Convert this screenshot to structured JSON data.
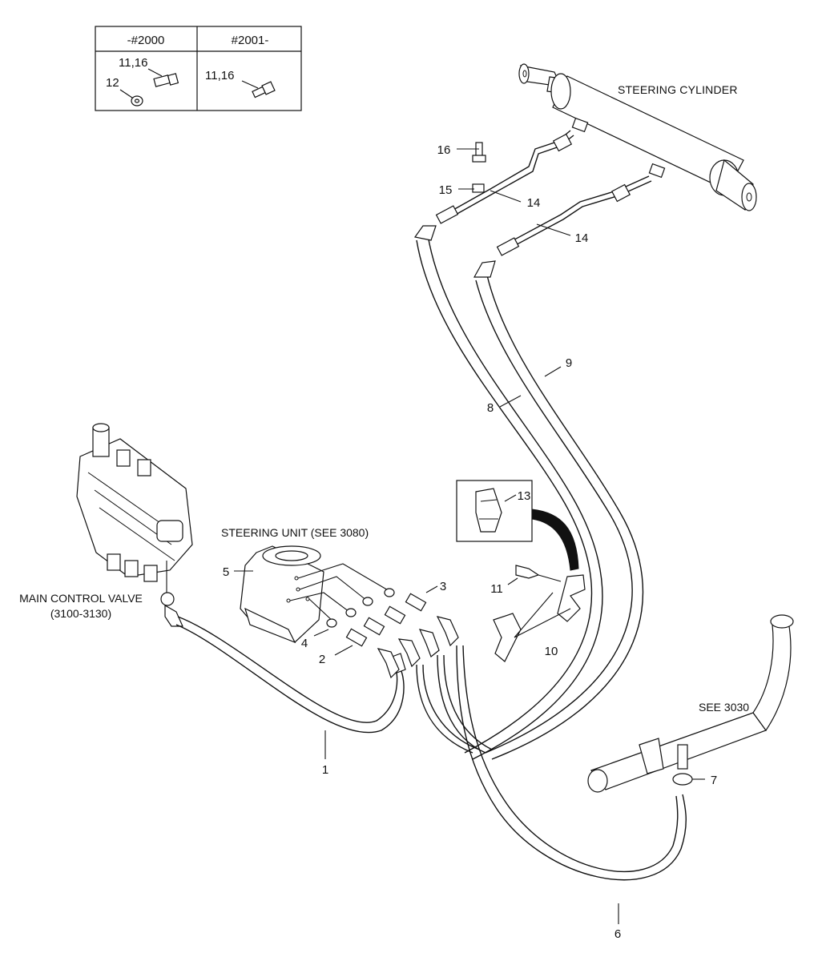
{
  "table": {
    "col1_header": "-#2000",
    "col2_header": "#2001-",
    "col1_label_a": "11,16",
    "col1_label_b": "12",
    "col2_label_a": "11,16"
  },
  "titles": {
    "steering_cylinder": "STEERING CYLINDER",
    "steering_unit": "STEERING UNIT (SEE 3080)",
    "main_control_valve_line1": "MAIN CONTROL VALVE",
    "main_control_valve_line2": "(3100-3130)",
    "see_3030": "SEE 3030"
  },
  "callouts": {
    "c1": "1",
    "c2": "2",
    "c3": "3",
    "c4": "4",
    "c5": "5",
    "c6": "6",
    "c7": "7",
    "c8": "8",
    "c9": "9",
    "c10": "10",
    "c11": "11",
    "c13": "13",
    "c14a": "14",
    "c14b": "14",
    "c15": "15",
    "c16": "16"
  }
}
